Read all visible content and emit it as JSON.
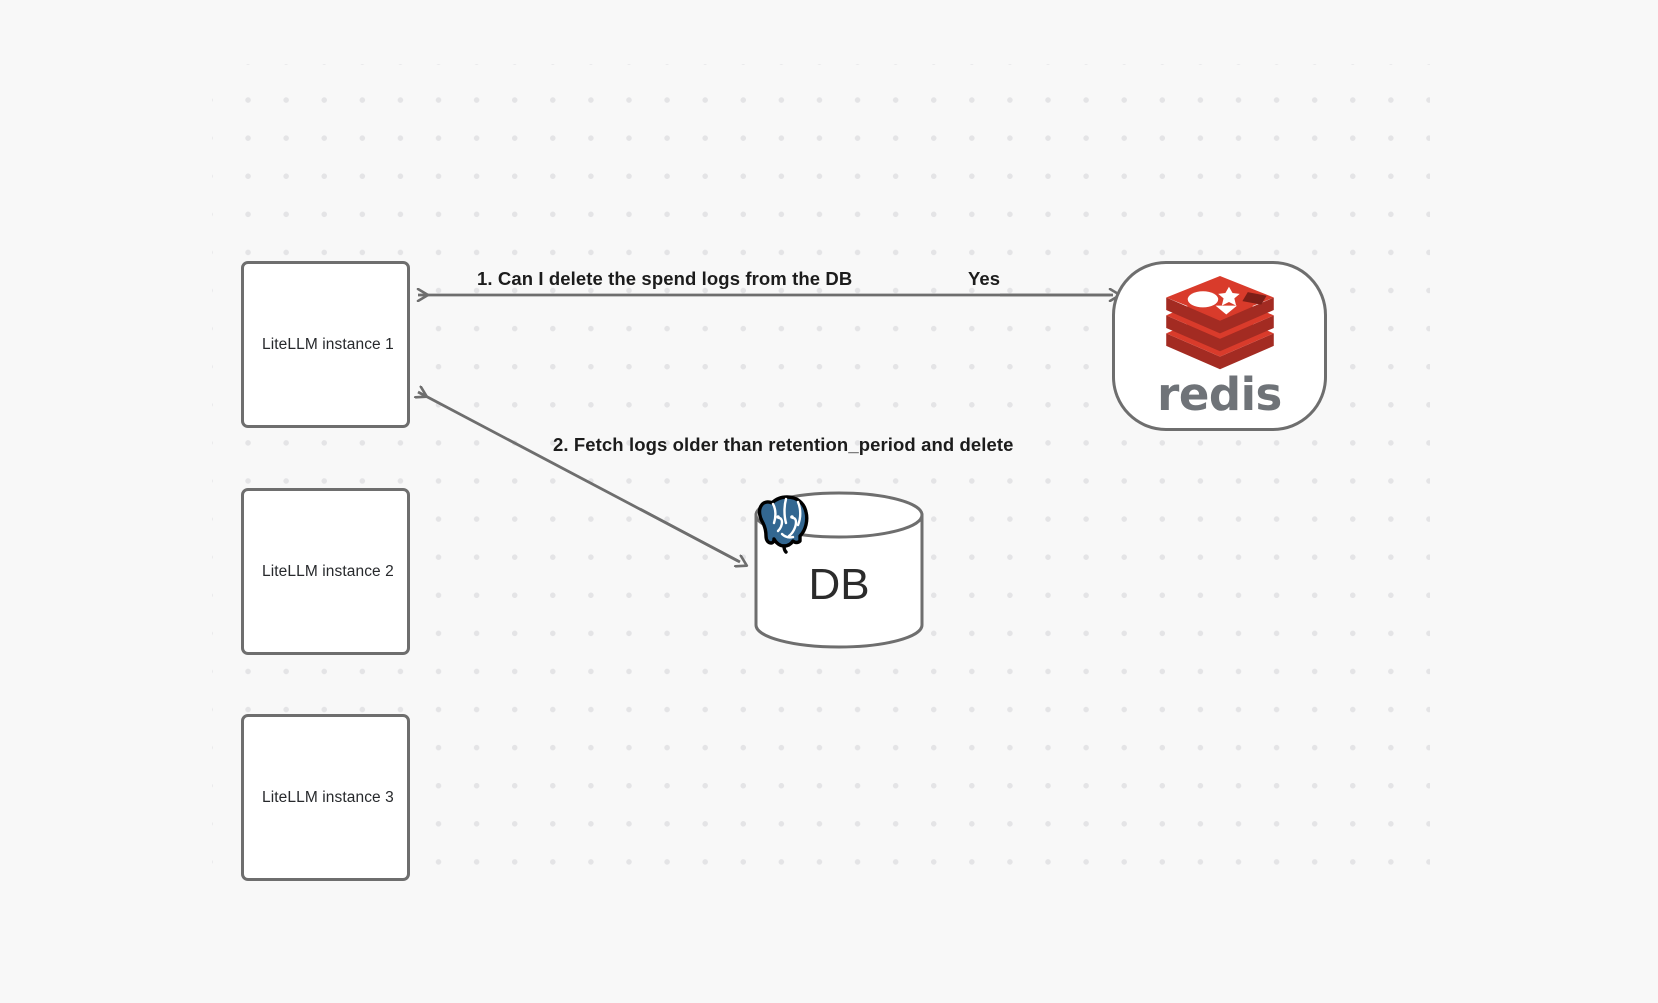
{
  "diagram": {
    "title": "LiteLLM spend log deletion flow",
    "background_color": "#f8f8f8",
    "grid_dot_color": "#e4e4e6",
    "node_stroke_color": "#6e6e6e",
    "edge_color": "#6e6e6e",
    "nodes": [
      {
        "id": "instance-1",
        "label": "LiteLLM instance 1",
        "shape": "rectangle"
      },
      {
        "id": "instance-2",
        "label": "LiteLLM instance 2",
        "shape": "rectangle"
      },
      {
        "id": "instance-3",
        "label": "LiteLLM instance 3",
        "shape": "rectangle"
      },
      {
        "id": "redis",
        "label": "redis",
        "shape": "rounded-rectangle",
        "icon": "redis-logo-icon",
        "brand_color": "#d32b20"
      },
      {
        "id": "database",
        "label": "DB",
        "shape": "cylinder",
        "icon": "postgresql-elephant-icon",
        "brand_color": "#336791"
      }
    ],
    "edges": [
      {
        "id": "edge-1",
        "from": "redis",
        "to": "instance-1",
        "label": "1.  Can I delete the spend logs from the DB",
        "secondary_label": "Yes"
      },
      {
        "id": "edge-2",
        "from": "database",
        "to": "instance-1",
        "label": "2.  Fetch logs older than retention_period and delete"
      }
    ]
  },
  "labels": {
    "step_1": "1.  Can I delete the spend logs from the DB",
    "yes": "Yes",
    "step_2": "2.  Fetch logs older than retention_period and delete",
    "instance_1": "LiteLLM instance 1",
    "instance_2": "LiteLLM instance 2",
    "instance_3": "LiteLLM instance 3",
    "redis": "redis",
    "db": "DB"
  }
}
